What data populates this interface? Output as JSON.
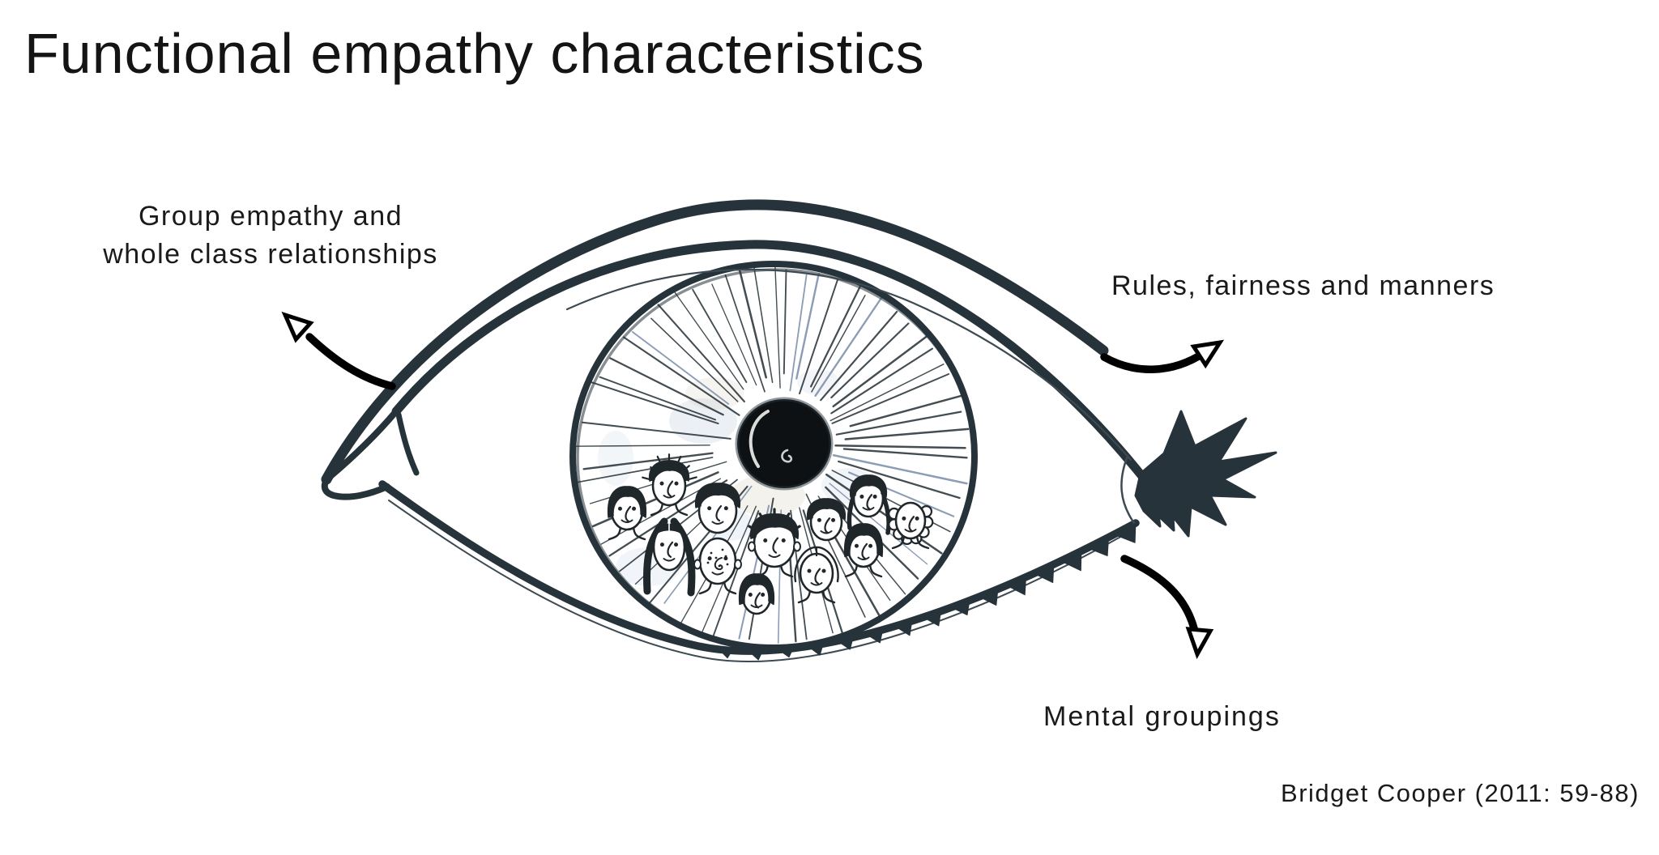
{
  "slide": {
    "title": "Functional empathy characteristics",
    "labels": {
      "top_left": {
        "line1": "Group empathy and",
        "line2": "whole class relationships"
      },
      "top_right": "Rules, fairness and manners",
      "bottom_right": "Mental groupings"
    },
    "citation": "Bridget Cooper (2011: 59-88)",
    "illustration": {
      "name": "hand-drawn-eye-sketch",
      "description": "Hand-drawn ink eye: iris filled with radial lines and twelve cartoon children's faces around the pupil, spiky lash starburst at the outer corner, sawtooth lashes on the lower lid, tear-duct loop at the inner corner; three curved hand-drawn arrows with open triangular heads connect the labels to the eye.",
      "face_count": 12
    },
    "colors": {
      "background": "#ffffff",
      "ink": "#27333a",
      "ink_light": "#3d4a52",
      "arrow": "#000000",
      "text": "#1b1b1b",
      "iris_line": "#2f3a40",
      "iris_line_blue": "#8093ad",
      "pupil": "#0d1114",
      "wash_blue": "#9fb4cd",
      "wash_warm": "#cfc2ac",
      "highlight": "#f2f2ee"
    }
  }
}
